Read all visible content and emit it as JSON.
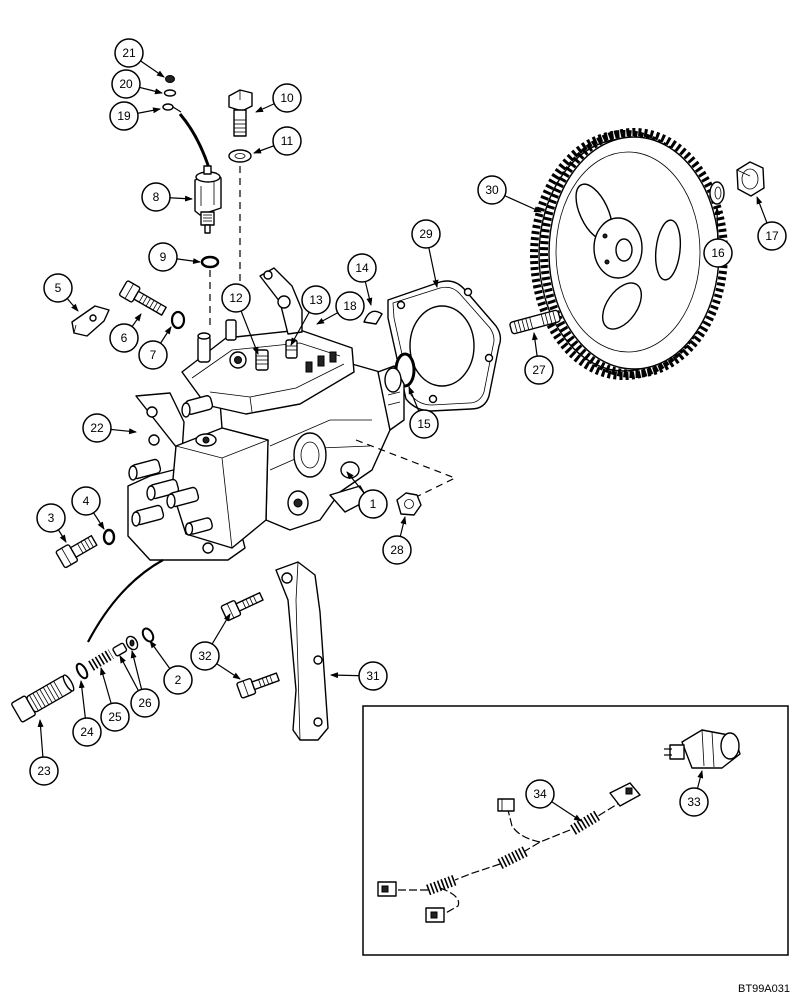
{
  "callouts": [
    "1",
    "2",
    "3",
    "4",
    "5",
    "6",
    "7",
    "8",
    "9",
    "10",
    "11",
    "12",
    "13",
    "14",
    "15",
    "16",
    "17",
    "18",
    "19",
    "20",
    "21",
    "22",
    "23",
    "24",
    "25",
    "26",
    "27",
    "28",
    "29",
    "30",
    "31",
    "32",
    "33",
    "34"
  ],
  "figure_code": "BT99A031"
}
